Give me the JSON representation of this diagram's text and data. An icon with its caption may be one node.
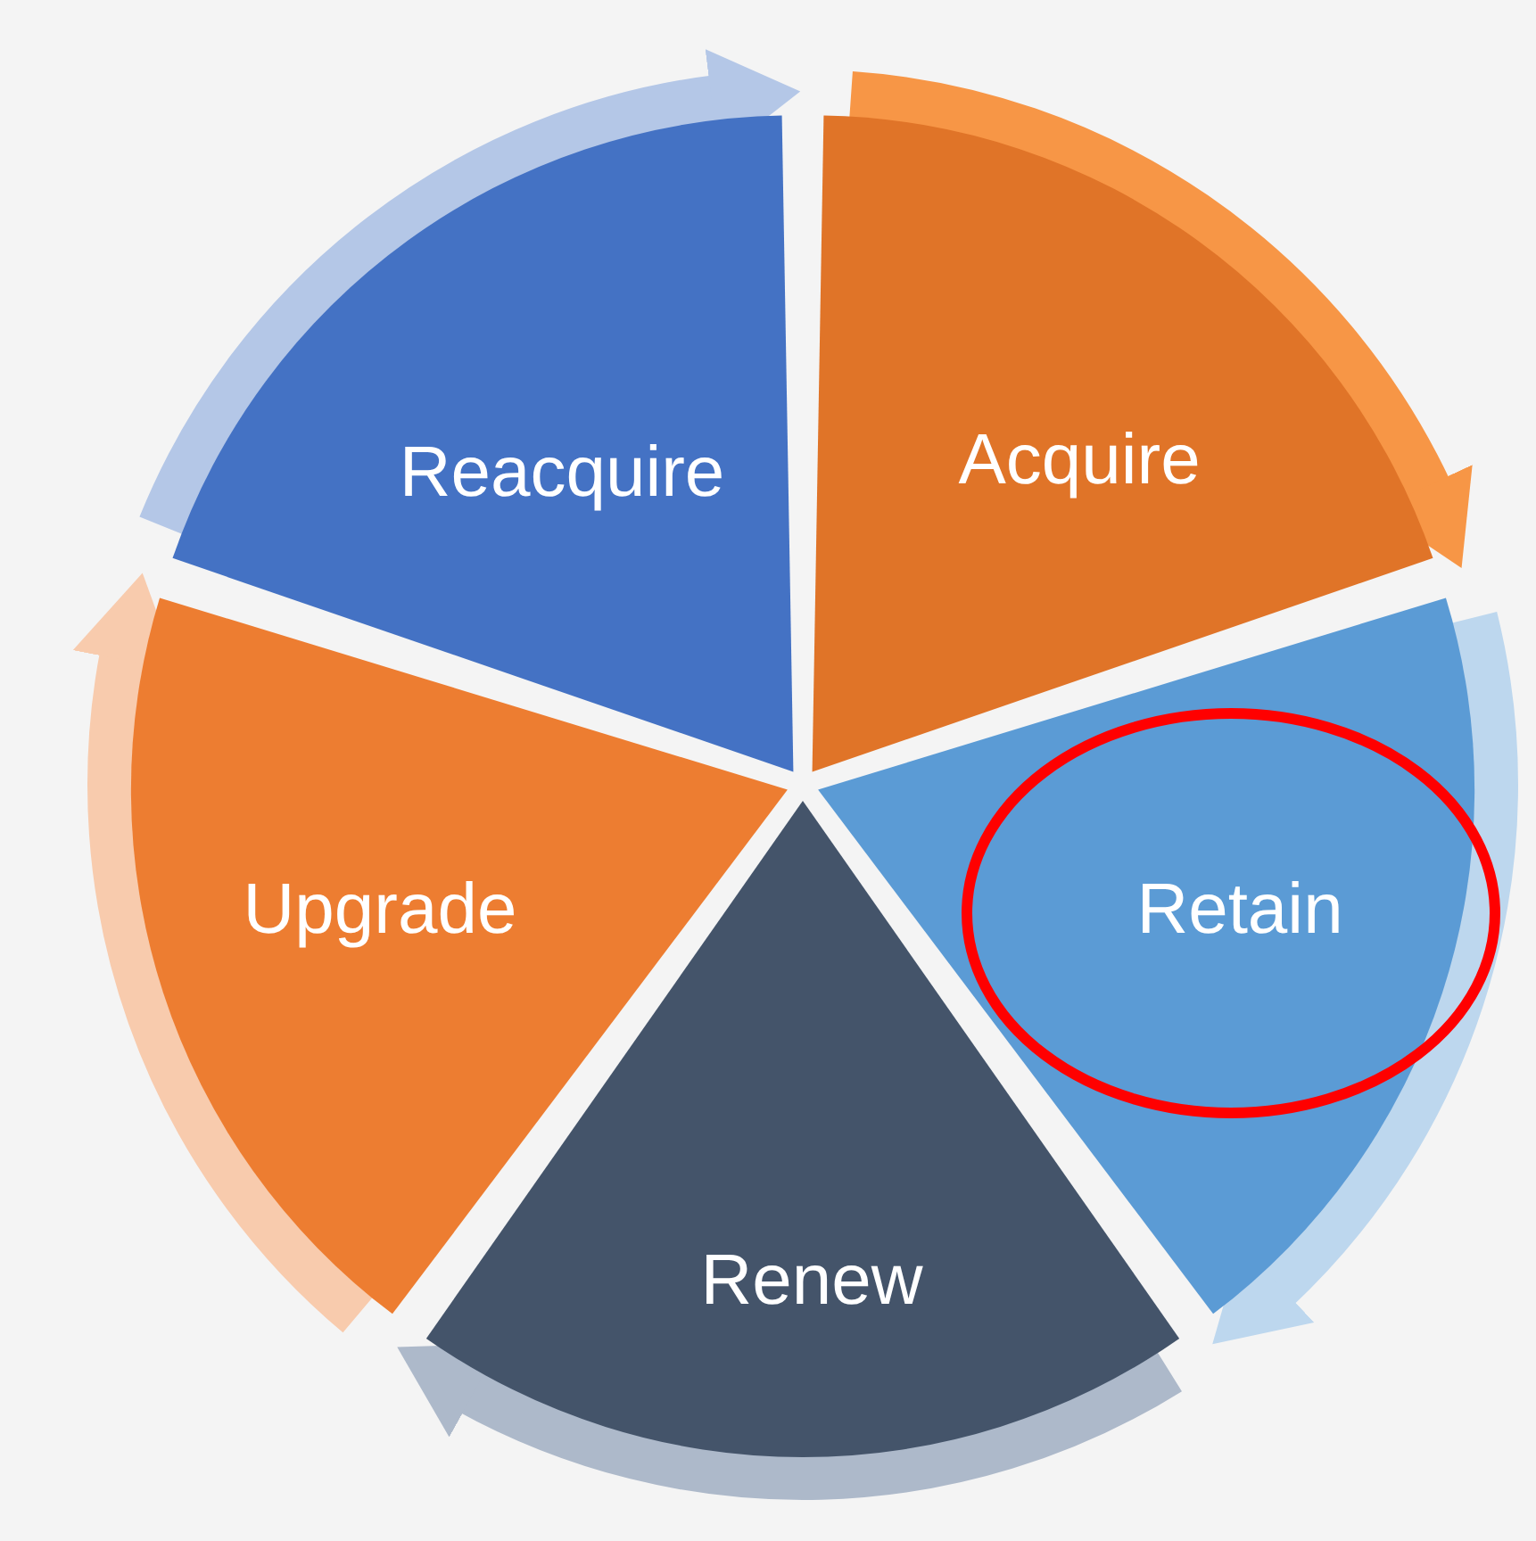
{
  "diagram": {
    "nodes": [
      {
        "text": [
          "Acquire"
        ]
      },
      {
        "text": [
          "Retain"
        ]
      },
      {
        "text": [
          "Renew"
        ]
      },
      {
        "text": [
          "Upgrade"
        ]
      },
      {
        "text": [
          "Reacquire"
        ]
      }
    ],
    "edges": [
      {
        "from": 0,
        "to": 1,
        "arrow": "to",
        "color": "#f79646"
      },
      {
        "from": 1,
        "to": 2,
        "arrow": "to",
        "color": "#bdd7ee"
      },
      {
        "from": 2,
        "to": 3,
        "arrow": "to",
        "color": "#adb9ca"
      },
      {
        "from": 3,
        "to": 4,
        "arrow": "to",
        "color": "#f8cbad"
      },
      {
        "from": 4,
        "to": 0,
        "arrow": "to",
        "color": "#b4c7e7"
      }
    ]
  }
}
